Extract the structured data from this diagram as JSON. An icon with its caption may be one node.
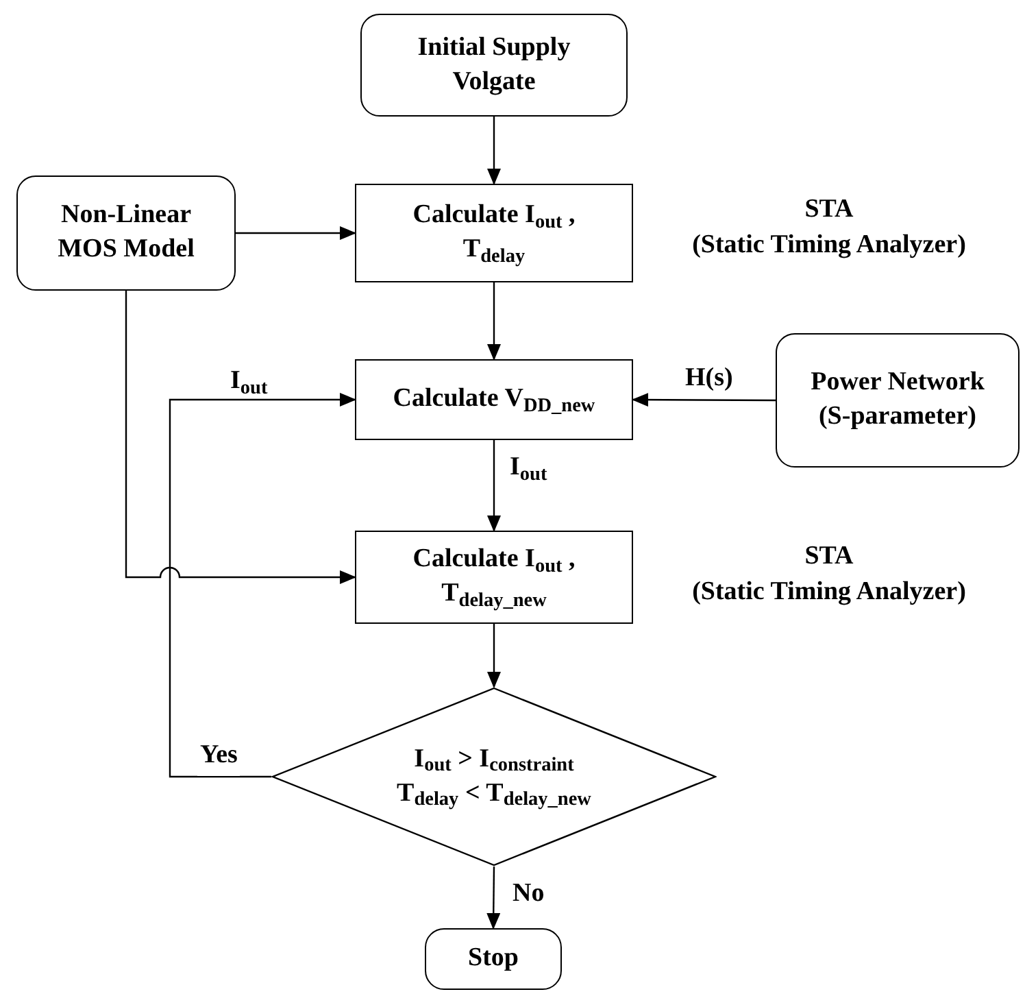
{
  "diagram": {
    "nodes": [
      {
        "text": [
          "Initial Supply Volgate"
        ]
      },
      {
        "text": [
          "Non-Linear MOS Model"
        ]
      },
      {
        "text": [
          "Calculate I$_{out}$ ,",
          "T$_{delay}$"
        ],
        "beside": [
          "STA",
          "(Static Timing Analyzer)"
        ]
      },
      {
        "text": [
          "Calculate V$_{DD_new}$"
        ]
      },
      {
        "text": [
          "Power Network (S-parameter)"
        ]
      },
      {
        "text": [
          "Calculate I$_{out}$ ,",
          "T$_{delay_new}$"
        ],
        "beside": [
          "STA",
          "(Static Timing Analyzer)"
        ]
      },
      {
        "text": [
          "I$_{out}$ > I$_{constraint}$",
          "T$_{delay}$ < T$_{delay_new}$"
        ]
      },
      {
        "text": [
          "Stop"
        ]
      }
    ],
    "edges": [
      {
        "from": 0,
        "to": 2,
        "arrow": "to"
      },
      {
        "from": 1,
        "to": 2,
        "arrow": "to"
      },
      {
        "from": 2,
        "to": 3,
        "arrow": "to"
      },
      {
        "from": 4,
        "to": 3,
        "arrow": "to",
        "label": "H(s)"
      },
      {
        "from": 3,
        "to": 5,
        "arrow": "to",
        "label": "I$_{out}$"
      },
      {
        "from": 1,
        "to": 5,
        "arrow": "to"
      },
      {
        "from": 5,
        "to": 6,
        "arrow": "to"
      },
      {
        "from": 6,
        "to": 3,
        "arrow": "to",
        "label": "Yes"
      },
      {
        "from": 6,
        "to": 7,
        "arrow": "to",
        "label": "No"
      }
    ],
    "labels": [
      "I$_{out}$"
    ]
  }
}
